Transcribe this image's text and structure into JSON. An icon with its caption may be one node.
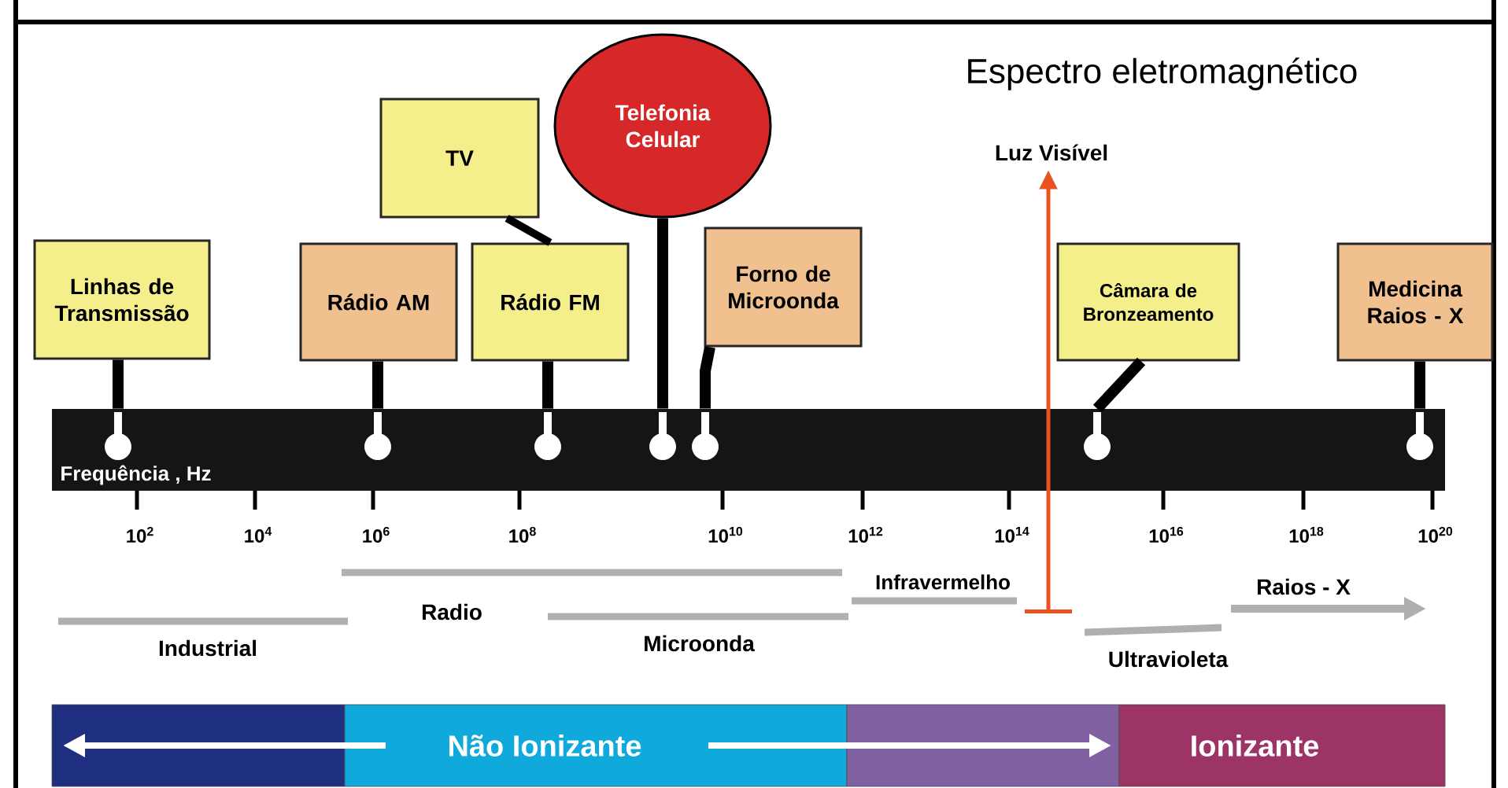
{
  "diagram": {
    "title": "Espectro eletromagnético",
    "nodes": [
      {
        "text": [
          "Linhas de Transmissão"
        ]
      },
      {
        "text": [
          "Rádio AM"
        ]
      },
      {
        "text": [
          "TV"
        ]
      },
      {
        "text": [
          "Rádio FM"
        ]
      },
      {
        "text": [
          "Telefonia Celular"
        ]
      },
      {
        "text": [
          "Forno de Microonda"
        ]
      },
      {
        "text": [
          "Luz Visível"
        ]
      },
      {
        "text": [
          "Câmara de Bronzeamento"
        ]
      },
      {
        "text": [
          "Medicina Raios - X"
        ]
      },
      {
        "text": [
          "Frequência , Hz"
        ]
      }
    ],
    "edges": [
      {
        "from": 0,
        "to": 9,
        "arrow": "none"
      },
      {
        "from": 1,
        "to": 9,
        "arrow": "none"
      },
      {
        "from": 2,
        "to": 3,
        "arrow": "none"
      },
      {
        "from": 3,
        "to": 9,
        "arrow": "none"
      },
      {
        "from": 4,
        "to": 9,
        "arrow": "none"
      },
      {
        "from": 5,
        "to": 9,
        "arrow": "none"
      },
      {
        "from": 7,
        "to": 9,
        "arrow": "none"
      },
      {
        "from": 8,
        "to": 9,
        "arrow": "none"
      },
      {
        "from": null,
        "to": 6,
        "arrow": "to",
        "color": "#e8531f"
      }
    ],
    "labels": [
      "10$^{2}$",
      "10$^{4}$",
      "10$^{6}$",
      "10$^{8}$",
      "10$^{10}$",
      "10$^{12}$",
      "10$^{14}$",
      "10$^{16}$",
      "10$^{18}$",
      "10$^{20}$",
      "Infravermelho",
      "Raios - X",
      "Radio",
      "Industrial",
      "Microonda",
      "Ultravioleta",
      "Não Ionizante",
      "Ionizante"
    ]
  }
}
